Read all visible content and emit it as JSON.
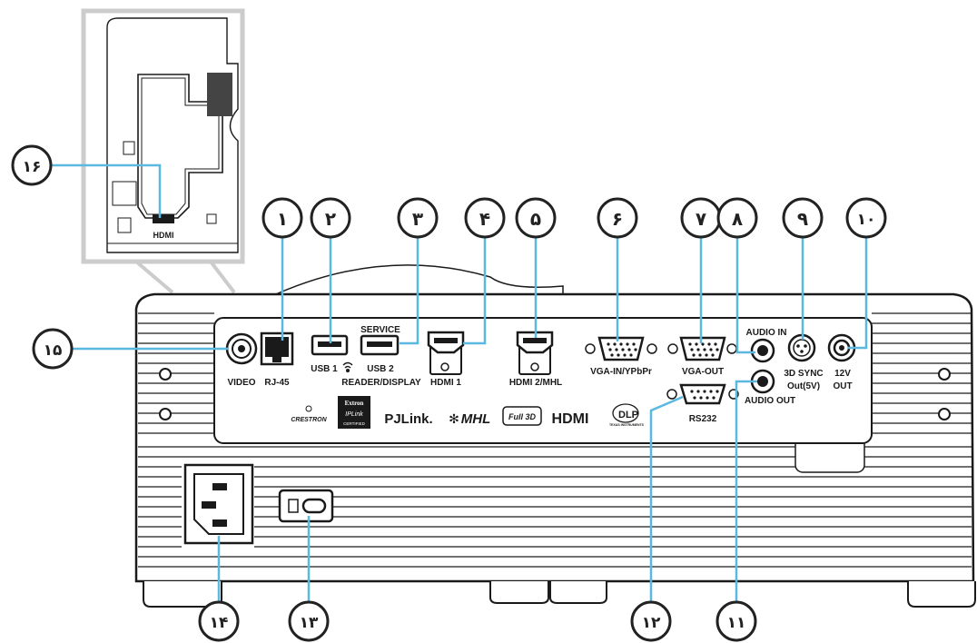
{
  "labels": {
    "video": "VIDEO",
    "rj45": "RJ-45",
    "usb1": "USB 1",
    "service": "SERVICE",
    "usb2": "USB 2",
    "reader_display": "READER/DISPLAY",
    "hdmi1": "HDMI 1",
    "hdmi2": "HDMI 2/MHL",
    "vga_in": "VGA-IN/YPbPr",
    "vga_out": "VGA-OUT",
    "audio_in": "AUDIO IN",
    "audio_out": "AUDIO OUT",
    "sync": "3D SYNC",
    "sync_out": "Out(5V)",
    "v12": "12V",
    "v12_out": "OUT",
    "rs232": "RS232",
    "hdmi_inset": "HDMI"
  },
  "logos": {
    "crestron": "CRESTRON",
    "extron": "Extron",
    "iplink": "IPLink",
    "certified": "CERTIFIED",
    "pjlink": "PJLink.",
    "mhl": "MHL",
    "full3d": "Full 3D",
    "hdmi_logo": "HDMI",
    "dlp": "DLP",
    "ti": "TEXAS INSTRUMENTS"
  },
  "callouts": {
    "c1": "١",
    "c2": "٢",
    "c3": "٣",
    "c4": "۴",
    "c5": "۵",
    "c6": "۶",
    "c7": "٧",
    "c8": "٨",
    "c9": "٩",
    "c10": "١٠",
    "c11": "١١",
    "c12": "١٢",
    "c13": "١٣",
    "c14": "١۴",
    "c15": "١۵",
    "c16": "١۶"
  },
  "colors": {
    "callout_line": "#5bb8df",
    "outline": "#1a1a1a",
    "inset_frame": "#cccccc"
  }
}
